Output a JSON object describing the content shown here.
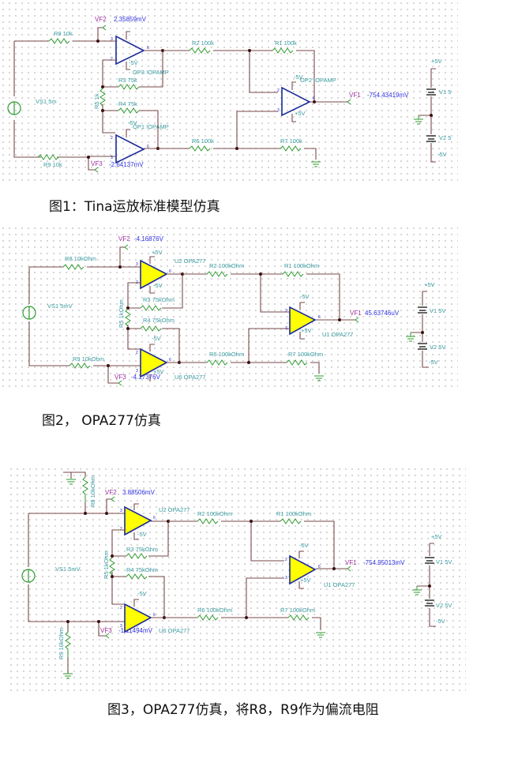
{
  "figures": [
    {
      "id": "fig1",
      "caption": "图1：Tina运放标准模型仿真",
      "labels": {
        "vf2": "VF2",
        "vf2_val": "2.35859mV",
        "vf3": "VF3",
        "vf3_val": "-2.64137mV",
        "vf1": "VF1",
        "vf1_val": "-754.43419mV",
        "r8": "R8 10k",
        "r9": "R9 10k",
        "r3": "R3 75k",
        "r4": "R4 75k",
        "r5": "R5 1k",
        "r2": "R2 100k",
        "r1": "R1 100k",
        "r6": "R6 100k",
        "r7": "R7 100k",
        "vs1": "VS1 5m",
        "op_top": "OP3 !OPAMP",
        "op_bot": "OP1 !OPAMP",
        "op_out": "OP2 !OPAMP",
        "v1": "V1 5",
        "v2": "V2 5",
        "pos": "+5V",
        "neg": "-5V"
      }
    },
    {
      "id": "fig2",
      "caption": "图2， OPA277仿真",
      "labels": {
        "vf2": "VF2",
        "vf2_val": "-4.16876V",
        "vf3": "VF3",
        "vf3_val": "-4.17376V",
        "vf1": "VF1",
        "vf1_val": "45.63746uV",
        "r8": "R8 10kOhm",
        "r9": "R9 10kOhm",
        "r3": "R3 75kOhm",
        "r4": "R4 75kOhm",
        "r5": "R5 1kOhm",
        "r2": "R2 100kOhm",
        "r1": "R1 100kOhm",
        "r6": "R6 100kOhm",
        "r7": "R7 100kOhm",
        "vs1": "VS1 5mV",
        "op_top": "U2 OPA277",
        "op_bot": "U6 OPA277",
        "op_out": "U1 OPA277",
        "v1": "V1 5V",
        "v2": "V2 5V",
        "pos": "+5V",
        "neg": "-5V"
      }
    },
    {
      "id": "fig3",
      "caption": "图3，OPA277仿真，将R8，R9作为偏流电阻",
      "labels": {
        "vf2": "VF2",
        "vf2_val": "3.88506mV",
        "vf3": "VF3",
        "vf3_val": "-1.11494mV",
        "vf1": "VF1",
        "vf1_val": "-754.95013mV",
        "r8": "R8 10kOhm",
        "r9": "R9 10kOhm",
        "r3": "R3 75kOhm",
        "r4": "R4 75kOhm",
        "r5": "R5 1kOhm",
        "r2": "R2 100kOhm",
        "r1": "R1 100kOhm",
        "r6": "R6 100kOhm",
        "r7": "R7 100kOhm",
        "vs1": "VS1 5mV",
        "op_top": "U2 OPA277",
        "op_bot": "U6 OPA277",
        "op_out": "U1 OPA277",
        "v1": "V1 5V",
        "v2": "V2 5V",
        "pos": "+5V",
        "neg": "-5V"
      }
    }
  ]
}
